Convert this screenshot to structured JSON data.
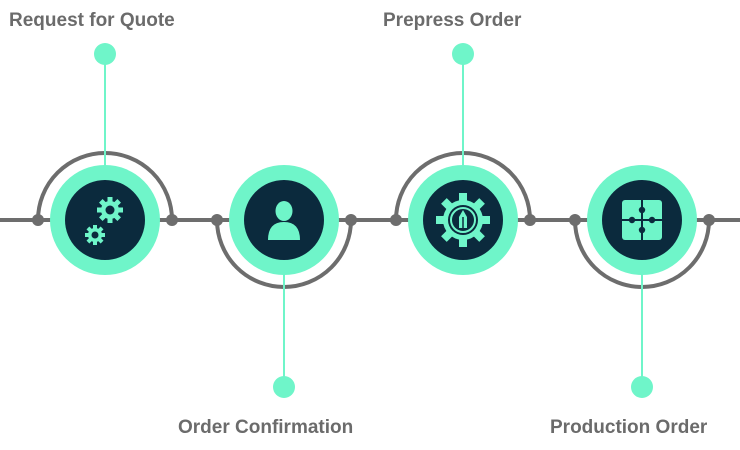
{
  "diagram": {
    "colors": {
      "accent": "#6ff5c9",
      "icon_bg": "#0b2a3d",
      "line_gray": "#6d6d6d",
      "label_gray": "#6b6b6b"
    },
    "steps": [
      {
        "label": "Request for Quote",
        "icon": "gears-icon",
        "label_position": "top"
      },
      {
        "label": "Order Confirmation",
        "icon": "user-icon",
        "label_position": "bottom"
      },
      {
        "label": "Prepress Order",
        "icon": "gear-pencil-icon",
        "label_position": "top"
      },
      {
        "label": "Production Order",
        "icon": "puzzle-icon",
        "label_position": "bottom"
      }
    ]
  }
}
